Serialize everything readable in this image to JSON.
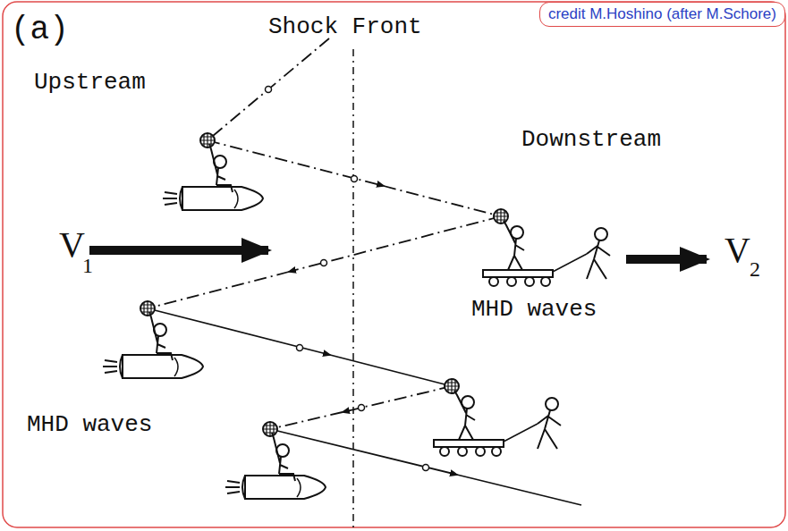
{
  "diagram": {
    "nodes": [
      {
        "text": [
          "credit M.Hoshino (after M.Schore)"
        ]
      }
    ],
    "labels": [
      "(a)",
      "Shock Front",
      "Upstream",
      "Downstream",
      "V",
      "1",
      "MHD waves",
      "V",
      "2",
      "MHD waves"
    ]
  }
}
